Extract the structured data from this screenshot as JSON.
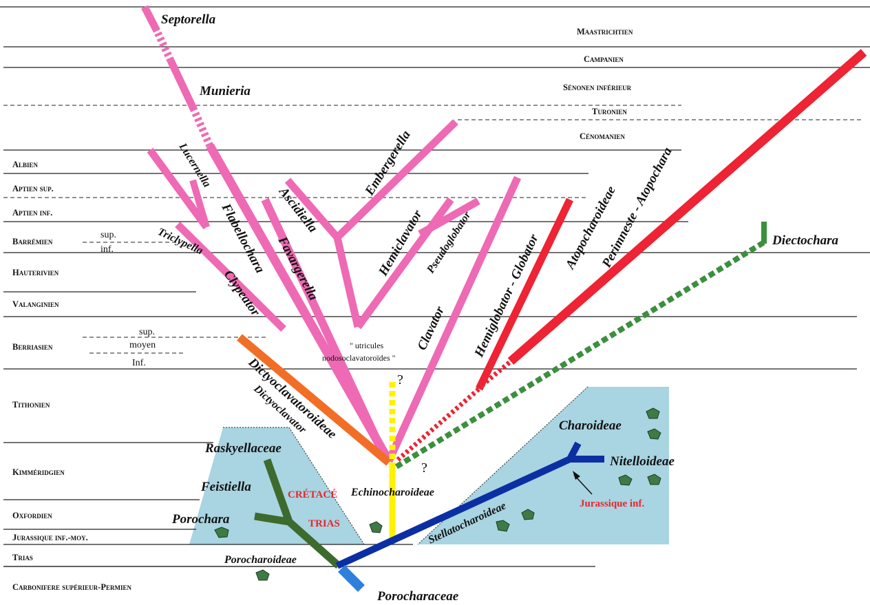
{
  "stages": {
    "maastrichtien": "Maastrichtien",
    "campanien": "Campanien",
    "senonien_inf": "Sénonen inférieur",
    "turonien": "Turonien",
    "cenomanien": "Cénomanien",
    "albien": "Albien",
    "aptien_sup": "Aptien sup.",
    "aptien_inf": "Aptien inf.",
    "barremien": "Barrémien",
    "barremien_sup": "sup.",
    "barremien_inf": "inf.",
    "hauterivien": "Hauterivien",
    "valanginien": "Valanginien",
    "berriasien": "Berriasien",
    "berriasien_sup": "sup.",
    "berriasien_moyen": "moyen",
    "berriasien_inf": "Inf.",
    "tithonien": "Tithonien",
    "kimmeridgien": "Kimméridgien",
    "oxfordien": "Oxfordien",
    "jurassique_inf_moy": "Jurassique inf.-moy.",
    "trias": "Trias",
    "carbonifere": "Carbonifere supérieur-Permien"
  },
  "taxa": {
    "septorella": "Septorella",
    "munieria": "Munieria",
    "lucernella": "Lucernella",
    "flabellochara": "Flabellochara",
    "triclypella": "Triclypella",
    "clypeator": "Clypeator",
    "ascidiella": "Ascidiella",
    "favargerella": "Favargerella",
    "embergerella": "Embergerella",
    "hemiclavator": "Hemiclavator",
    "pseudoglobator": "Pseudoglobator",
    "clavator": "Clavator",
    "hemiglobator": "Hemiglobator - Globator",
    "atopocharoideae": "Atopocharoideae",
    "perimneste": "Perimneste - Atopochara",
    "diectochara": "Diectochara",
    "dictyoclavatoroideae": "Dictyoclavatoroideae",
    "dictyoclavator": "Dictyoclavator",
    "raskyellaceae": "Raskyellaceae",
    "feistiella": "Feistiella",
    "porochara": "Porochara",
    "porocharoideae": "Porocharoideae",
    "porocharaceae": "Porocharaceae",
    "echinocharoideae": "Echinocharoideae",
    "charoideae": "Charoideae",
    "nitelloideae": "Nitelloideae",
    "stellatocharoideae": "Stellatocharoideae"
  },
  "notes": {
    "utricules_line1": "\" utricules",
    "utricules_line2": "nodosoclavatoroïdes \"",
    "question_1": "?",
    "question_2": "?",
    "cretace": "CRÉTACÉ",
    "trias_red": "TRIAS",
    "jurassique_inf": "Jurassique inf."
  },
  "colors": {
    "clavatoraceae": "#ee6ab4",
    "dictyoclavatoroideae": "#f26d26",
    "atopocharoideae": "#ee2333",
    "diectochara": "#3b8f3d",
    "raskyellaceae": "#3d6b2e",
    "characeae": "#0b2fa3",
    "porocharaceae": "#2f80dc",
    "echinocharoideae": "#fff200",
    "shaded_area": "#a9d4e1",
    "gyrogonite": "#3e7a45"
  }
}
